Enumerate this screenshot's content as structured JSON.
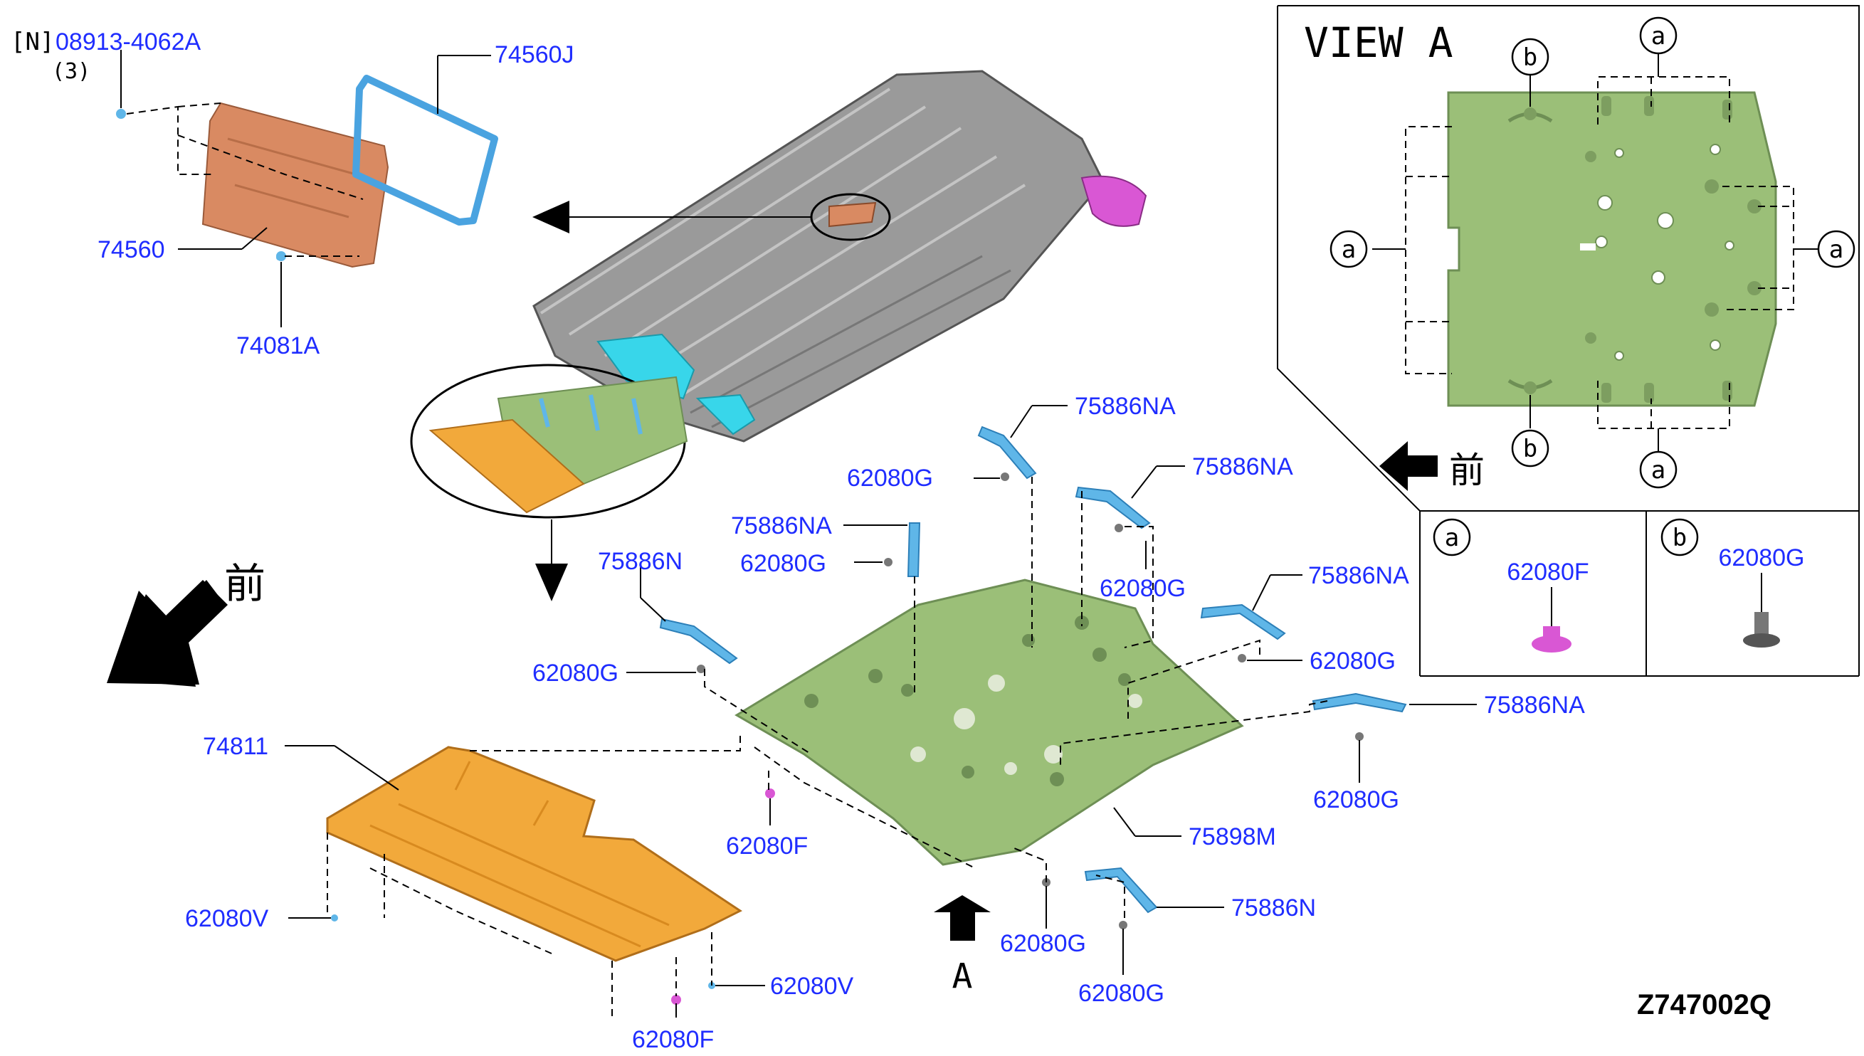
{
  "labels": {
    "l_n_prefix": "[N]",
    "l_08913": "08913-4062A",
    "l_qty3": "(3)",
    "l_74560J": "74560J",
    "l_74560": "74560",
    "l_74081A": "74081A",
    "l_75886NA_1": "75886NA",
    "l_62080G_1": "62080G",
    "l_75886NA_2": "75886NA",
    "l_62080G_2": "62080G",
    "l_75886NA_3": "75886NA",
    "l_62080G_3": "62080G",
    "l_75886N_1": "75886N",
    "l_62080G_4": "62080G",
    "l_75886NA_4": "75886NA",
    "l_62080G_5": "62080G",
    "l_75886NA_5": "75886NA",
    "l_62080G_6": "62080G",
    "l_74811": "74811",
    "l_62080F_1": "62080F",
    "l_75898M": "75898M",
    "l_75886N_2": "75886N",
    "l_62080G_7": "62080G",
    "l_62080G_8": "62080G",
    "l_62080V_1": "62080V",
    "l_62080V_2": "62080V",
    "l_62080F_2": "62080F",
    "l_front_main": "前",
    "l_A_arrow": "A",
    "l_code": "Z747002Q"
  },
  "view_a": {
    "title": "VIEW A",
    "callout_a": "a",
    "callout_b": "b",
    "front": "前",
    "legend": {
      "a_letter": "a",
      "a_part": "62080F",
      "b_letter": "b",
      "b_part": "62080G"
    }
  },
  "colors": {
    "label_blue": "#1f2dff",
    "green_cover": "#9bbf78",
    "orange_cover": "#f2a93b",
    "copper_panel": "#d98a62",
    "blue_bracket": "#5fb6e8",
    "magenta_part": "#d957d4",
    "cyan_part": "#38d6ea",
    "floor_gray": "#9a9a9a"
  }
}
